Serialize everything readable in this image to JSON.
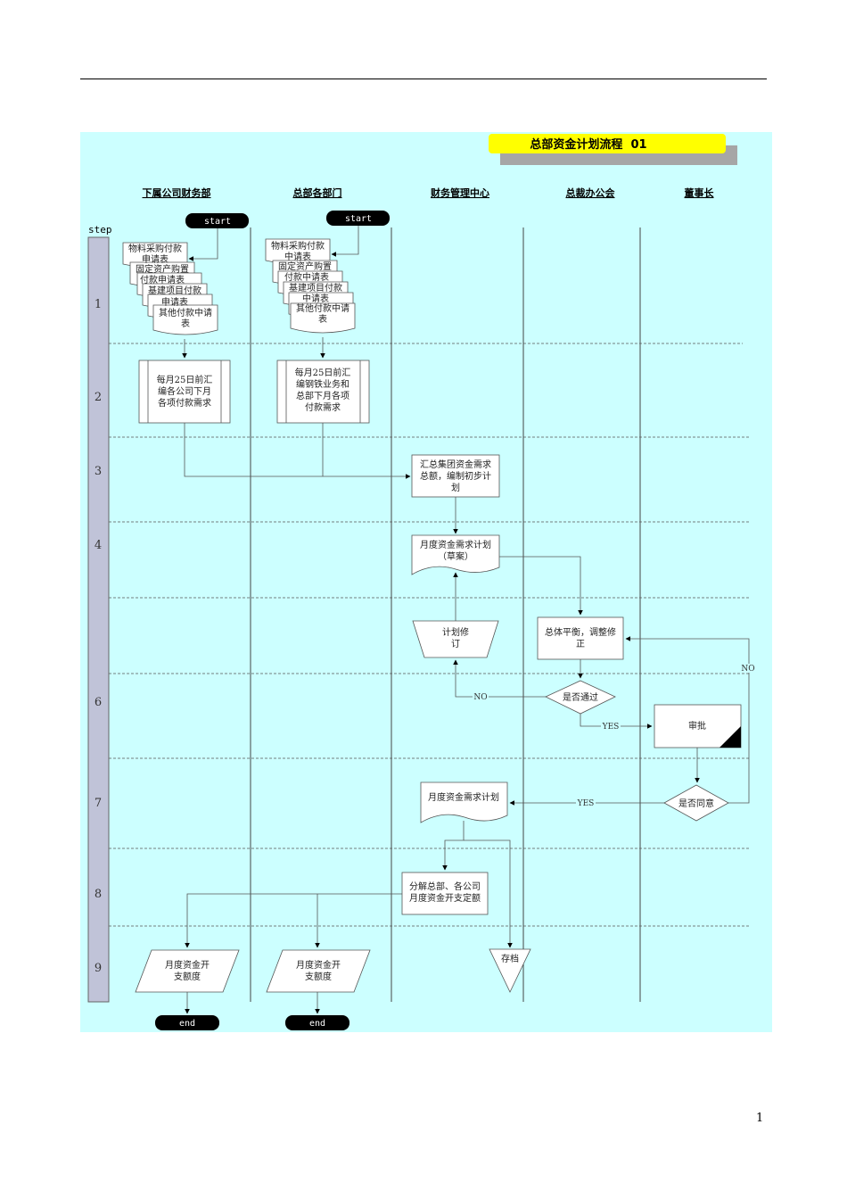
{
  "page": {
    "number": "1"
  },
  "title": "总部资金计划流程  01",
  "step_label": "step",
  "lanes": [
    "下属公司财务部",
    "总部各部门",
    "财务管理中心",
    "总裁办公会",
    "董事长"
  ],
  "steps": [
    "1",
    "2",
    "3",
    "4",
    "6",
    "7",
    "8",
    "9"
  ],
  "terminals": {
    "start": "start",
    "end": "end"
  },
  "nodes": {
    "sub_docs": [
      [
        "物料采购付款",
        "申请表"
      ],
      [
        "固定资产购置"
      ],
      [
        "付款申请表"
      ],
      [
        "基建项目付款"
      ],
      [
        "申请表"
      ],
      [
        "其他付款中请",
        "表"
      ]
    ],
    "hq_docs": [
      [
        "物料采购付款",
        "中请表"
      ],
      [
        "固定资产购置"
      ],
      [
        "付款中请表"
      ],
      [
        "基建项目付款"
      ],
      [
        "中请表"
      ],
      [
        "其他付款中请",
        "表"
      ]
    ],
    "sub_compile": [
      "每月25日前汇",
      "编各公司下月",
      "各项付款需求"
    ],
    "hq_compile": [
      "每月25日前汇",
      "编钢铁业务和",
      "总部下月各项",
      "付款需求"
    ],
    "summary": [
      "汇总集团资金需求",
      "总额，编制初步计",
      "划"
    ],
    "draft_plan": [
      "月度资金需求计划",
      "（草案）"
    ],
    "revise": [
      "计划修",
      "订"
    ],
    "balance": [
      "总体平衡，调整修",
      "正"
    ],
    "passed": "是否通过",
    "approve": "审批",
    "agree": "是否同意",
    "monthly_plan": "月度资金需求计划",
    "decompose": [
      "分解总部、各公司",
      "月度资金开支定额"
    ],
    "sub_quota": [
      "月度资金开",
      "支额度"
    ],
    "hq_quota": [
      "月度资金开",
      "支额度"
    ],
    "archive": "存档"
  },
  "edge_labels": {
    "no": "NO",
    "yes": "YES"
  },
  "colors": {
    "background": "#ccffff",
    "title_fill": "#ffff00",
    "step_bar": "#c0c3d8",
    "terminal": "#000000"
  }
}
